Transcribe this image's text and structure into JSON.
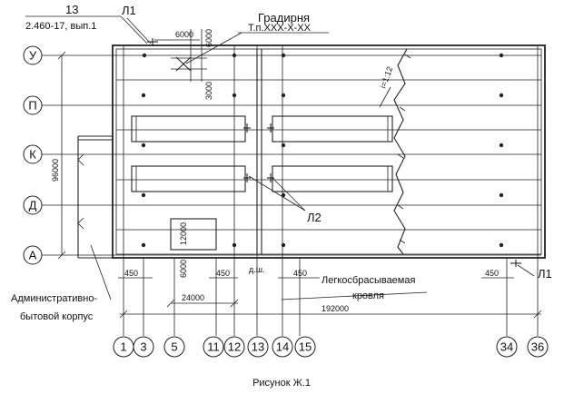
{
  "drawing": {
    "row_axes": [
      "У",
      "П",
      "К",
      "Д",
      "А"
    ],
    "column_axes": [
      "1",
      "3",
      "5",
      "11",
      "12",
      "13",
      "14",
      "15",
      "34",
      "36"
    ],
    "dimensions": {
      "d6000_top": "6000",
      "d6000_vert": "6000",
      "d3000": "3000",
      "d96000": "96000",
      "d12000": "12000",
      "d6000_bottom": "6000",
      "d450_a": "450",
      "d450_b": "450",
      "d450_c": "450",
      "d450_d": "450",
      "d24000": "24000",
      "d192000": "192000"
    },
    "labels": {
      "ref_num": "13",
      "ref_doc": "2.460-17, вып.1",
      "l1_top": "Л1",
      "l1_right": "Л1",
      "l2": "Л2",
      "cooler_title": "Градирня",
      "cooler_code": "Т.п.XXX-X-XX",
      "slope": "i=1:12",
      "dsh": "д.ш.",
      "light_roof_1": "Легкосбрасываемая",
      "light_roof_2": "кровля",
      "admin_1": "Административно-",
      "admin_2": "бытовой корпус"
    },
    "caption": "Рисунок Ж.1"
  }
}
